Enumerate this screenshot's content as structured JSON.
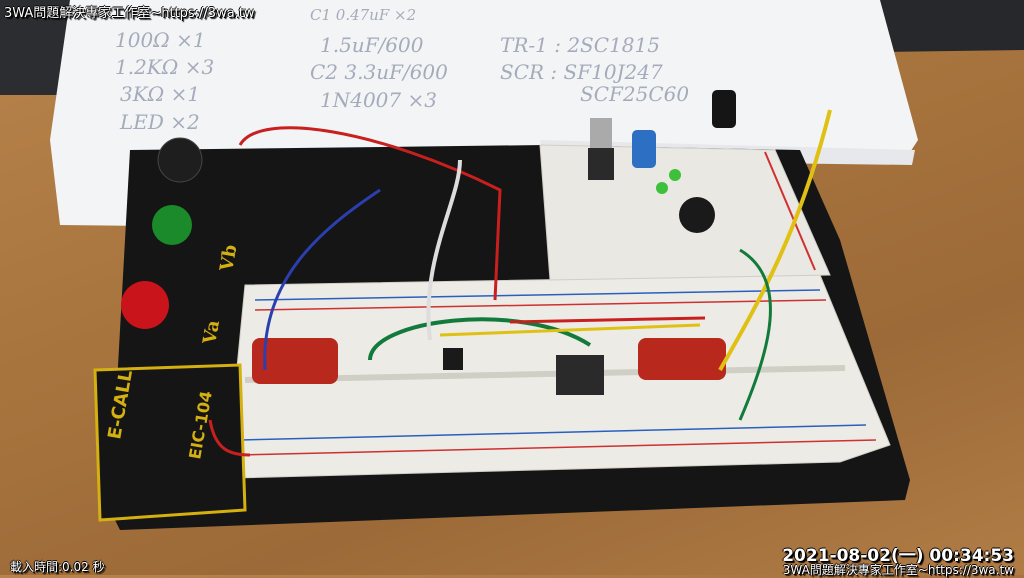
{
  "watermark_top": "3WA問題解決專家工作室~https://3wa.tw",
  "watermark_bottom": "3WA問題解決專家工作室~https://3wa.tw",
  "timestamp": "2021-08-02(一) 00:34:53",
  "load_time": "載入時間:0.02 秒",
  "paper_notes": {
    "left": [
      "100Ω ×1",
      "1.2KΩ ×3",
      "3KΩ ×1",
      "LED ×2"
    ],
    "middle": [
      "C1 0.47uF ×2",
      "1.5uF/600",
      "C2 3.3uF/600",
      "1N4007 ×3"
    ],
    "right": [
      "TR-1 : 2SC1815",
      "SCR : SF10J247",
      "SCF25C60"
    ]
  },
  "board_labels": {
    "brand": "E-CALL",
    "model": "EIC-104",
    "va": "Va",
    "vb": "Vb"
  },
  "colors": {
    "wood": "#a8743e",
    "board": "#141414",
    "breadboard": "#efefe9",
    "paper": "#f4f5f7"
  }
}
